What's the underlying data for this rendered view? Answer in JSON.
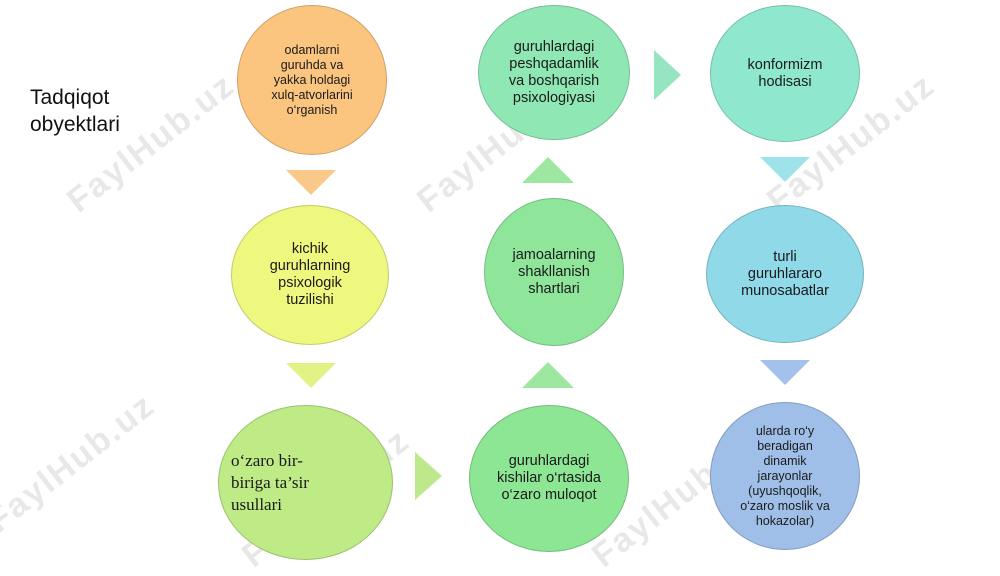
{
  "title": "Tadqiqot\nobyektlari",
  "nodes": {
    "n1": "odamlarni\nguruhda va\nyakka holdagi\nxulq-atvorlarini\no‘rganish",
    "n2": "kichik\nguruhlarning\npsixologik\ntuzilishi",
    "n3": "o‘zaro bir-\nbiriga ta’sir\nusullari",
    "n4": "guruhlardagi\nkishilar o‘rtasida\no‘zaro muloqot",
    "n5": "jamoalarning\nshakllanish\nshartlari",
    "n6": "guruhlardagi\npeshqadamlik\nva  boshqarish\npsixologiyasi",
    "n7": "konformizm\nhodisasi",
    "n8": "turli\nguruhlararo\nmunosabatlar",
    "n9": "ularda ro‘y\nberadigan\ndinamik\njarayonlar\n(uyushqoqlik,\no‘zaro moslik va\nhokazolar)"
  },
  "watermark": "FaylHub.uz",
  "colors": {
    "orange": "#fbc57f",
    "yellow": "#eef77e",
    "green": "#8de693",
    "teal": "#8fe8c0",
    "cyan": "#8fd9e8",
    "blue": "#9fbfe8"
  }
}
